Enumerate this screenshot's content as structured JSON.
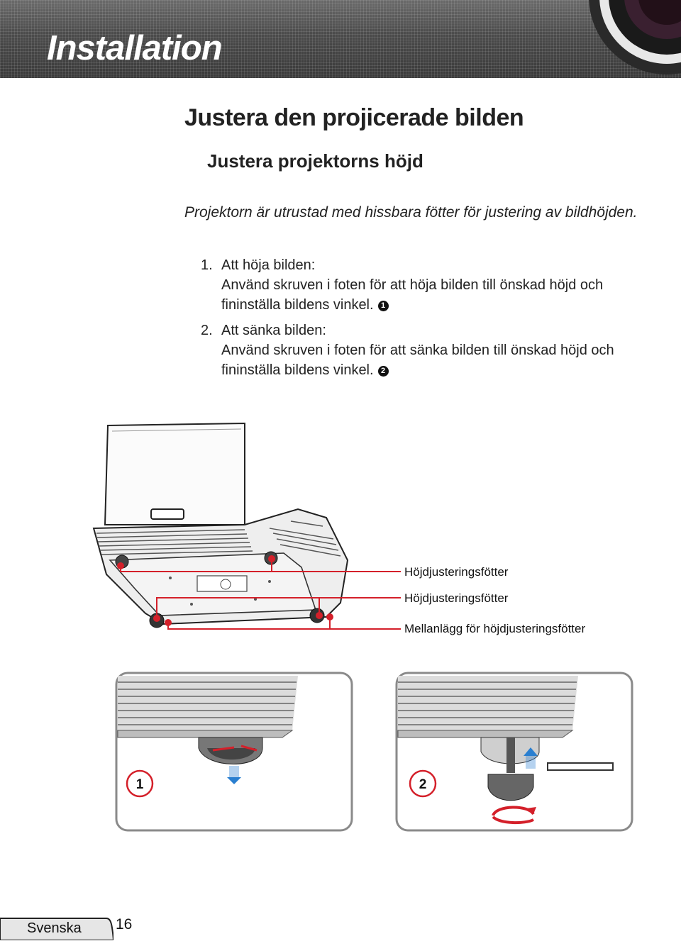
{
  "header": {
    "title": "Installation"
  },
  "section": {
    "title": "Justera den projicerade bilden",
    "subtitle": "Justera projektorns höjd",
    "intro": "Projektorn är utrustad med hissbara fötter för justering av bildhöjden."
  },
  "steps": [
    {
      "number": "1.",
      "heading": "Att höja bilden:",
      "text": "Använd skruven i foten för att höja bilden till önskad höjd och fininställa bildens vinkel.",
      "marker": "1"
    },
    {
      "number": "2.",
      "heading": "Att sänka bilden:",
      "text": "Använd skruven i foten för att sänka bilden till önskad höjd och fininställa bildens vinkel.",
      "marker": "2"
    }
  ],
  "diagram": {
    "labels": [
      "Höjdjusteringsfötter",
      "Höjdjusteringsfötter",
      "Mellanlägg för höjdjusteringsfötter"
    ],
    "panel_markers": [
      "1",
      "2"
    ],
    "callout_color": "#d4202a",
    "arrow_color": "#2a7fd0"
  },
  "footer": {
    "language": "Svenska",
    "page": "16"
  }
}
